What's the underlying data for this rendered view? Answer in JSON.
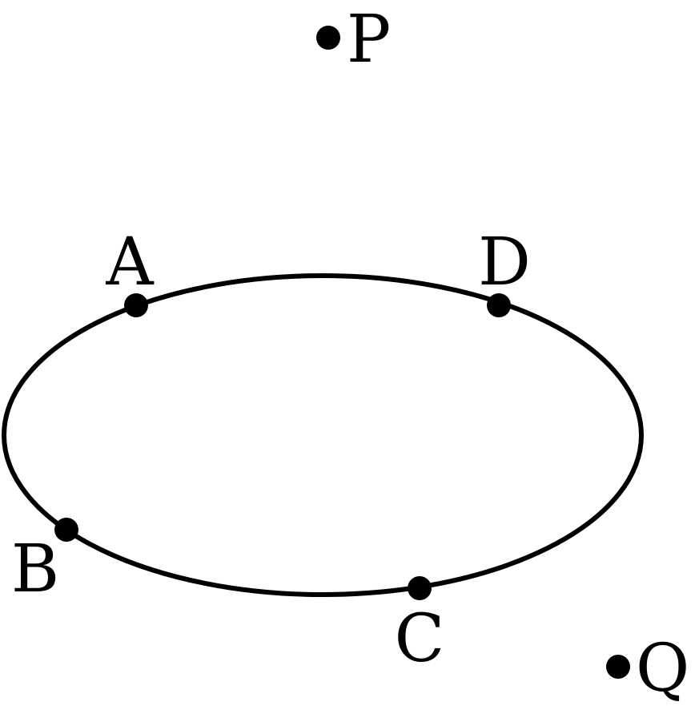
{
  "diagram": {
    "points_on_ellipse": [
      {
        "id": "A",
        "label": "A"
      },
      {
        "id": "B",
        "label": "B"
      },
      {
        "id": "C",
        "label": "C"
      },
      {
        "id": "D",
        "label": "D"
      }
    ],
    "points_outside": [
      {
        "id": "P",
        "label": "P"
      },
      {
        "id": "Q",
        "label": "Q"
      }
    ],
    "colors": {
      "stroke": "#000000",
      "background": "#ffffff"
    }
  }
}
